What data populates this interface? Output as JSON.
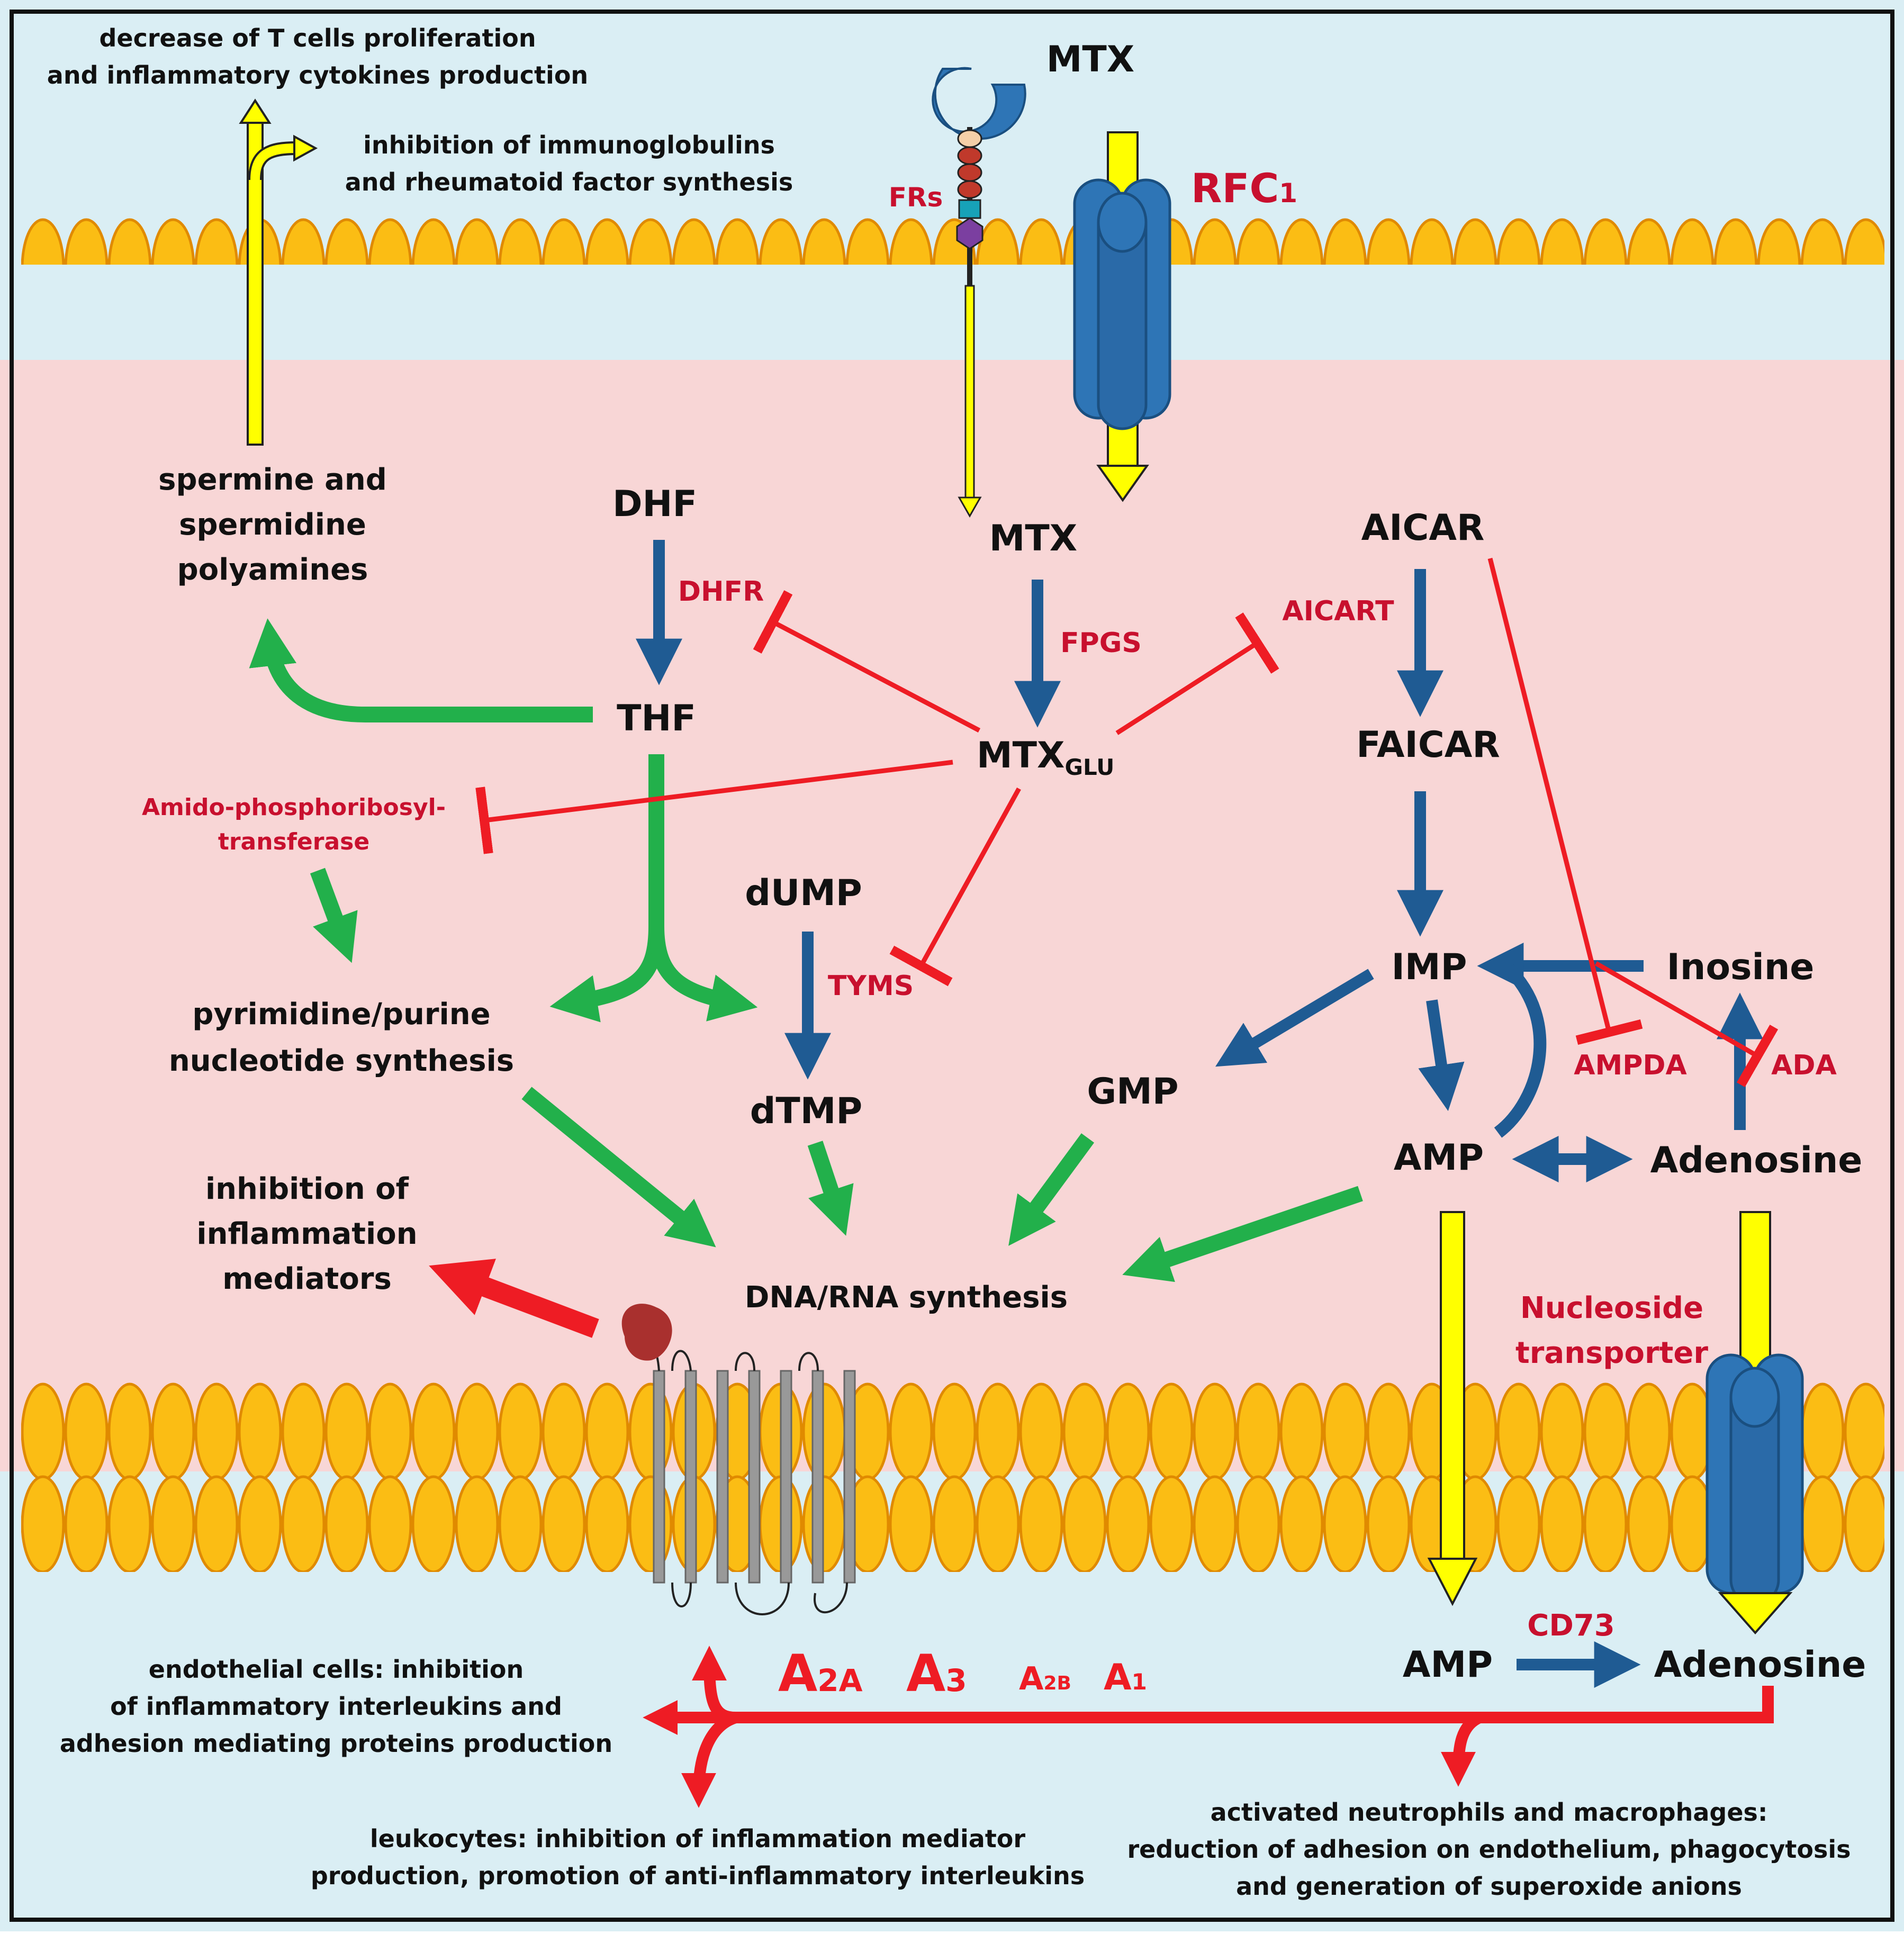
{
  "labels": {
    "top_outcome_line1": "decrease of T cells proliferation",
    "top_outcome_line2": "and inflammatory cytokines production",
    "ig_line1": "inhibition of immunoglobulins",
    "ig_line2": "and rheumatoid factor synthesis",
    "mtx_out": "MTX",
    "frs": "FRs",
    "rfc_main": "RFC",
    "rfc_sub": "1",
    "spermine_line1": "spermine and",
    "spermine_line2": "spermidine",
    "spermine_line3": "polyamines",
    "dhf": "DHF",
    "dhfr": "DHFR",
    "mtx_in": "MTX",
    "fpgs": "FPGS",
    "aicar": "AICAR",
    "aicart": "AICART",
    "thf": "THF",
    "mtxglu_main": "MTX",
    "mtxglu_sub": "GLU",
    "faicar": "FAICAR",
    "amido_line1": "Amido-phosphoribosyl-",
    "amido_line2": "transferase",
    "dump": "dUMP",
    "tyms": "TYMS",
    "imp": "IMP",
    "inosine": "Inosine",
    "pyr_line1": "pyrimidine/purine",
    "pyr_line2": "nucleotide synthesis",
    "ampda": "AMPDA",
    "ada": "ADA",
    "gmp": "GMP",
    "dtmp": "dTMP",
    "amp_in": "AMP",
    "adenosine_in": "Adenosine",
    "inflam_line1": "inhibition of",
    "inflam_line2": "inflammation",
    "inflam_line3": "mediators",
    "dnarna": "DNA/RNA synthesis",
    "nuc_line1": "Nucleoside",
    "nuc_line2": "transporter",
    "cd73": "CD73",
    "amp_out": "AMP",
    "adenosine_out": "Adenosine",
    "a2a_main": "A",
    "a2a_sub": "2A",
    "a3_main": "A",
    "a3_sub": "3",
    "a2b_main": "A",
    "a2b_sub": "2B",
    "a1_main": "A",
    "a1_sub": "1",
    "endo_line1": "endothelial cells: inhibition",
    "endo_line2": "of inflammatory interleukins and",
    "endo_line3": "adhesion mediating proteins production",
    "leuko_line1": "leukocytes: inhibition of inflammation mediator",
    "leuko_line2": "production, promotion of anti-inflammatory interleukins",
    "neut_line1": "activated neutrophils and macrophages:",
    "neut_line2": "reduction of adhesion on endothelium, phagocytosis",
    "neut_line3": "and generation of superoxide anions"
  },
  "colors": {
    "outside": "#daeef4",
    "inside": "#f8d6d6",
    "membrane": "#fbbd14",
    "membrane_edge": "#e08a00",
    "blue": "#1f5b93",
    "green": "#22b04b",
    "red": "#ee1c24",
    "yellow": "#ffff00",
    "transporter": "#2e75b6",
    "label_red": "#c8102e"
  }
}
